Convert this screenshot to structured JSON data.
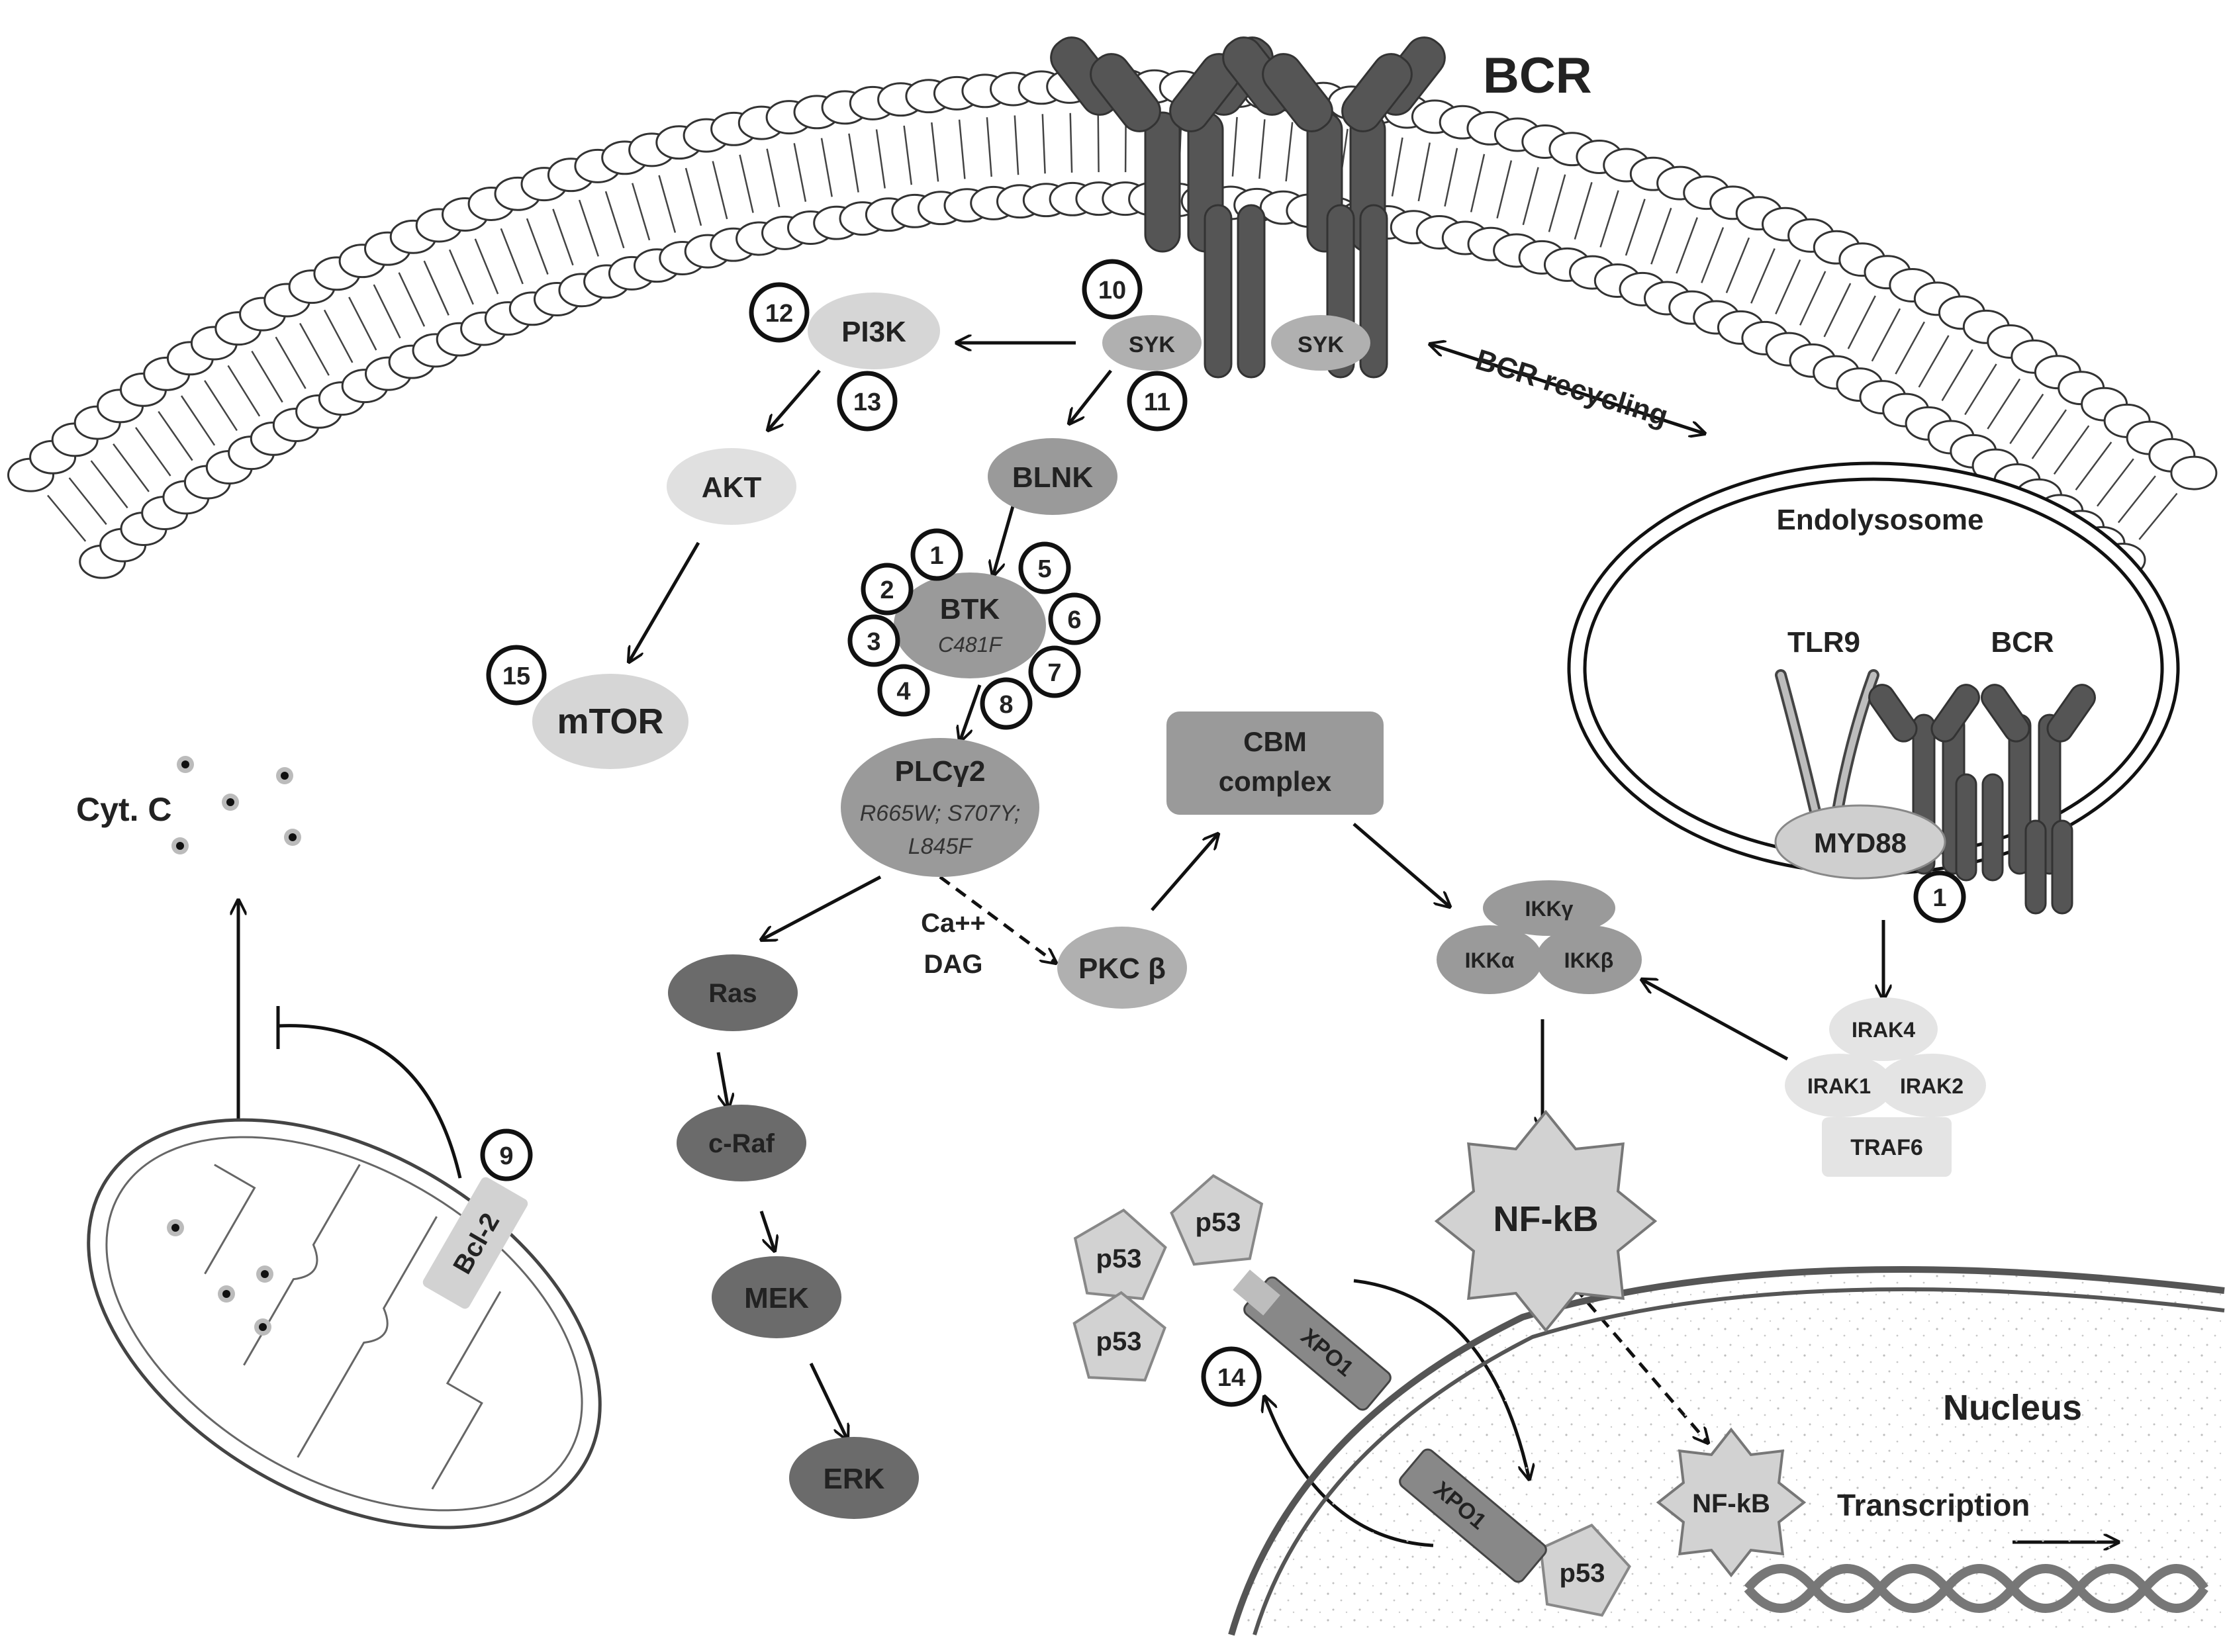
{
  "labels": {
    "bcr_top": "BCR",
    "bcr_recycling": "BCR recycling",
    "endolysosome": "Endolysosome",
    "tlr9": "TLR9",
    "bcr_inner": "BCR",
    "nucleus": "Nucleus",
    "transcription": "Transcription",
    "cyt_c": "Cyt. C",
    "ca": "Ca++",
    "dag": "DAG"
  },
  "nodes": {
    "syk_left": "SYK",
    "syk_right": "SYK",
    "pi3k": "PI3K",
    "akt": "AKT",
    "mtor": "mTOR",
    "blnk": "BLNK",
    "btk": "BTK",
    "btk_mut": "C481F",
    "plcg2": "PLCγ2",
    "plcg2_mut1": "R665W; S707Y;",
    "plcg2_mut2": "L845F",
    "ras": "Ras",
    "craf": "c-Raf",
    "mek": "MEK",
    "erk": "ERK",
    "pkcb": "PKC β",
    "cbm1": "CBM",
    "cbm2": "complex",
    "ikkg": "IKKγ",
    "ikka": "IKKα",
    "ikkb": "IKKβ",
    "nfkb": "NF-kB",
    "nfkb_nuc": "NF-kB",
    "myd88": "MYD88",
    "irak4": "IRAK4",
    "irak1": "IRAK1",
    "irak2": "IRAK2",
    "traf6": "TRAF6",
    "bcl2": "Bcl-2",
    "xpo1_a": "XPO1",
    "xpo1_b": "XPO1",
    "p53_a": "p53",
    "p53_b": "p53",
    "p53_c": "p53",
    "p53_d": "p53"
  },
  "badges": {
    "b1": "1",
    "b2": "2",
    "b3": "3",
    "b4": "4",
    "b5": "5",
    "b6": "6",
    "b7": "7",
    "b8": "8",
    "b9": "9",
    "b10": "10",
    "b11": "11",
    "b12": "12",
    "b13": "13",
    "b14": "14",
    "b15": "15",
    "b1_myd": "1"
  },
  "colors": {
    "dark": "#555555",
    "mid": "#9a9a9a",
    "light": "#cfcfcf",
    "lighter": "#e0e0e0"
  }
}
